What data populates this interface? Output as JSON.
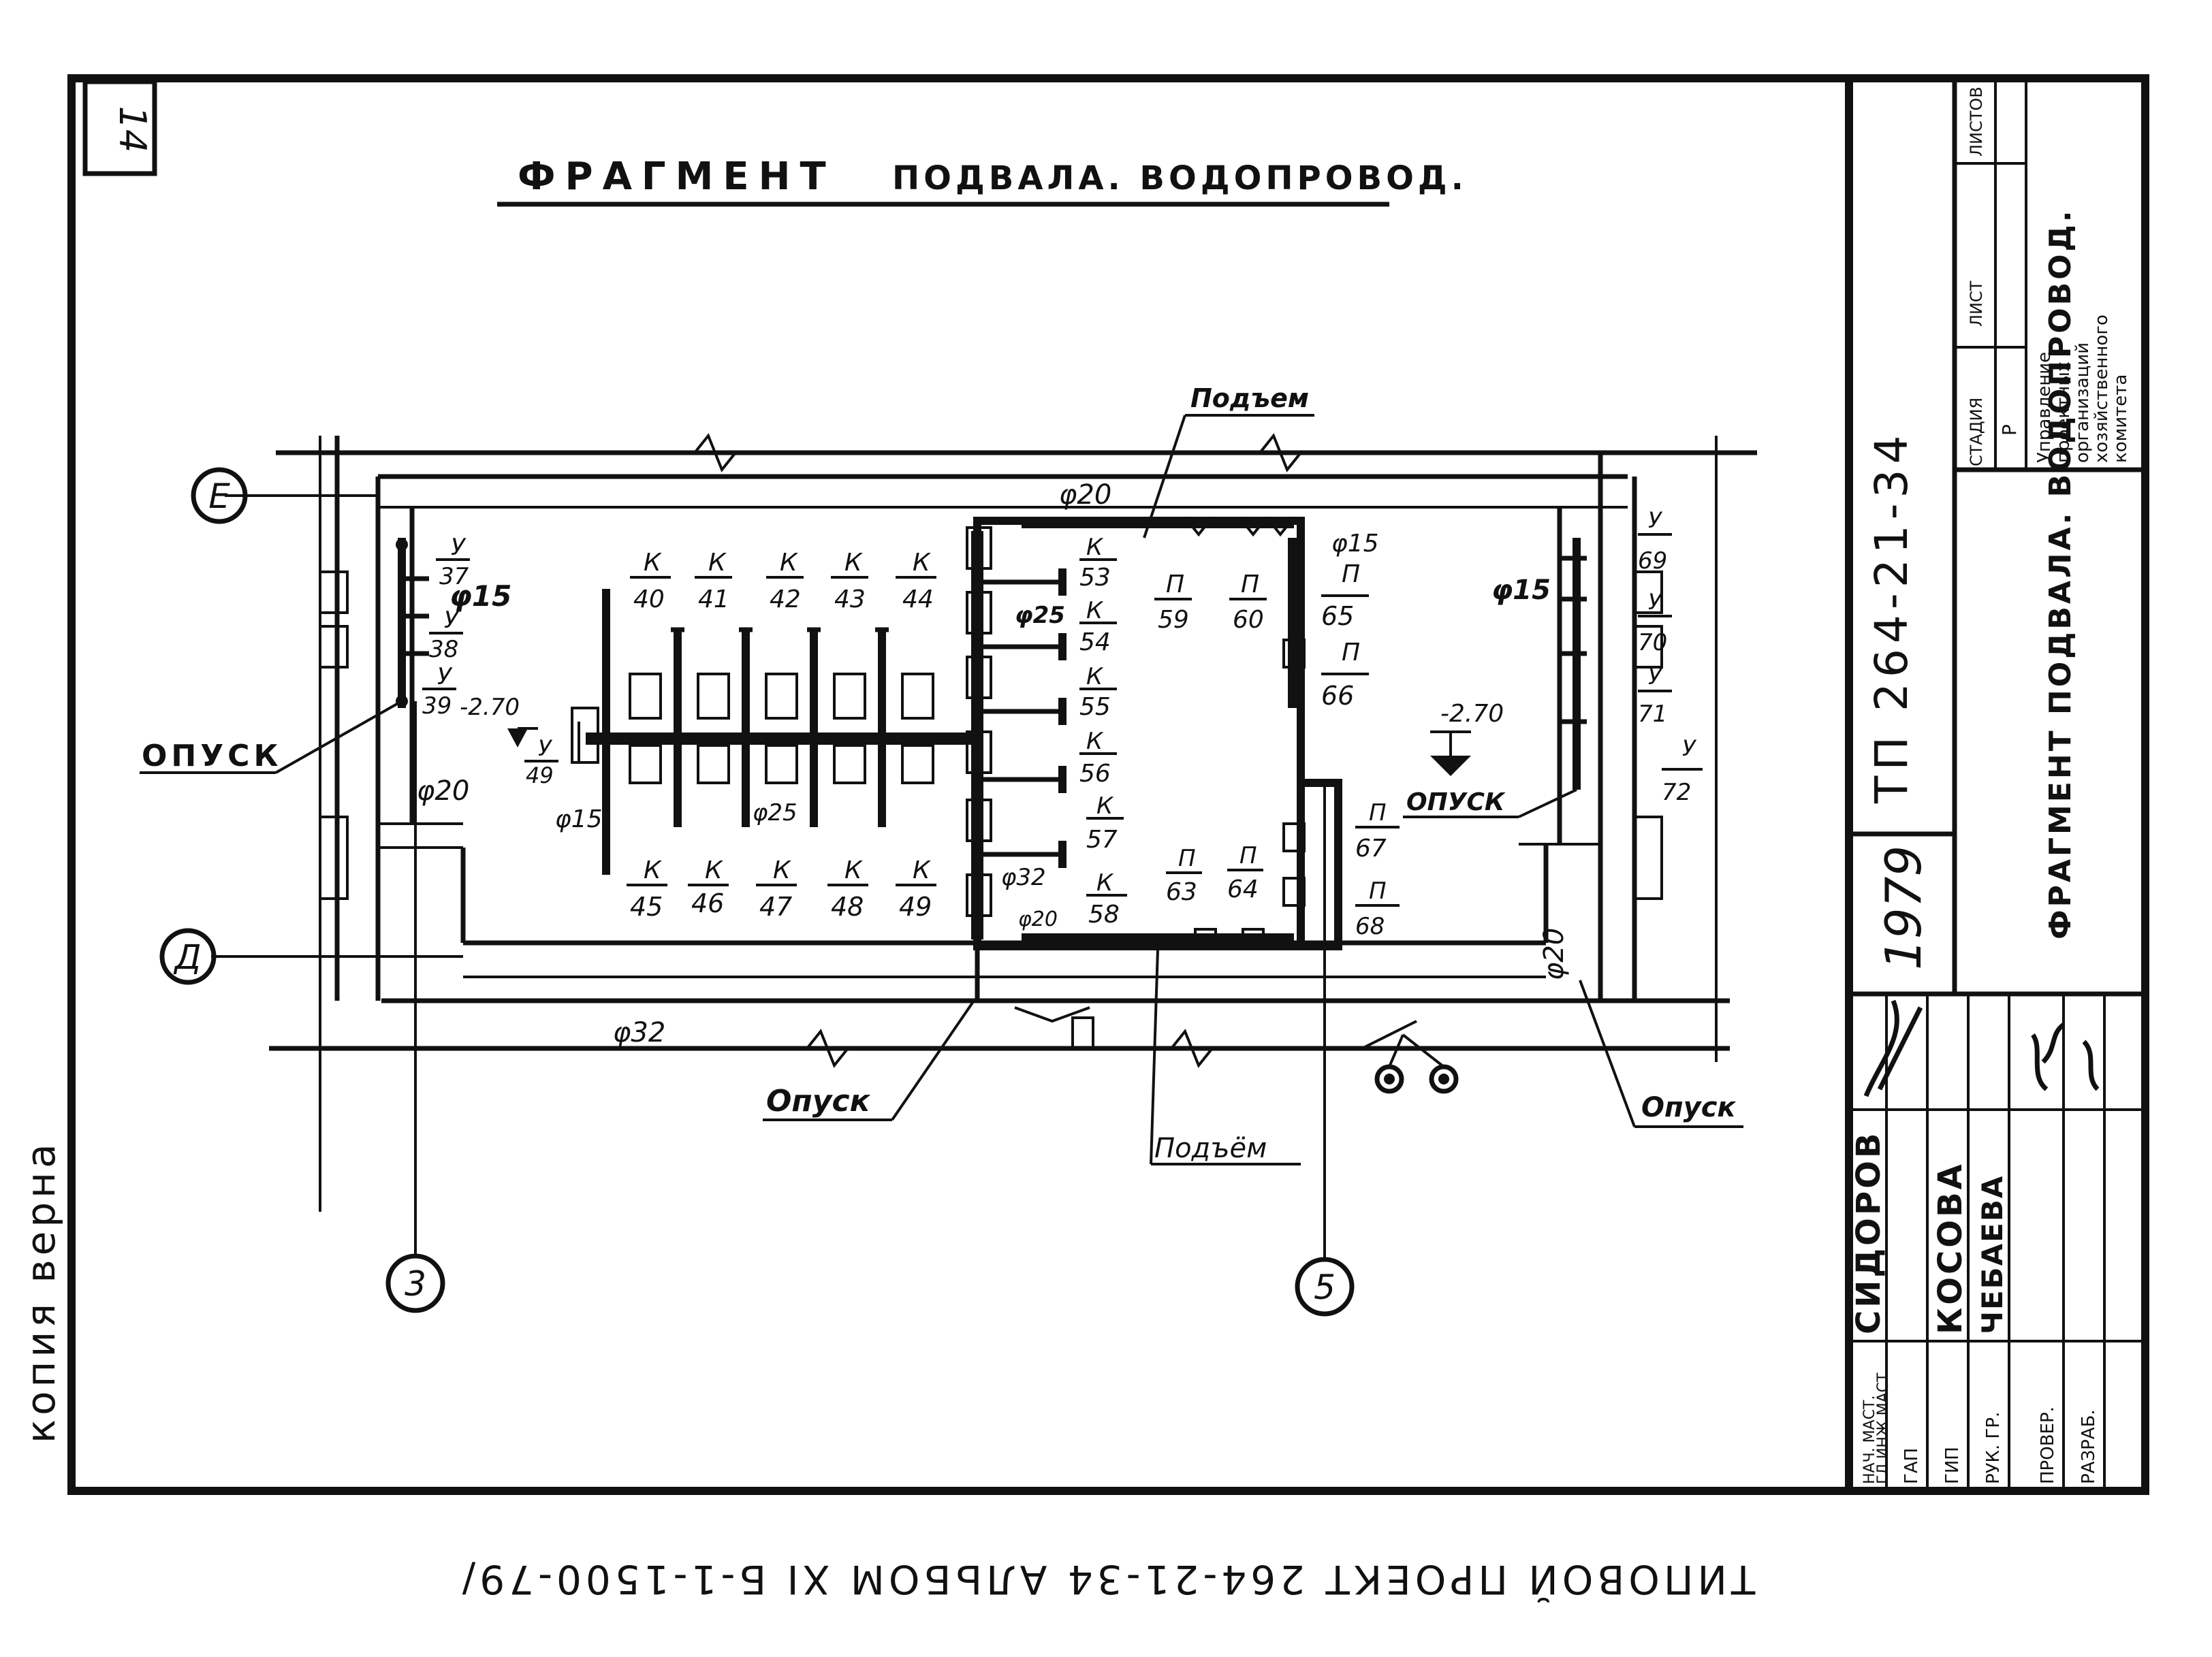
{
  "sheet_number": "14",
  "title": {
    "main": "ФРАГМЕНТ",
    "rest": "ПОДВАЛА. ВОДОПРОВОД."
  },
  "axes": {
    "E": "Е",
    "D": "Д",
    "three": "3",
    "five": "5"
  },
  "labels": {
    "podem_top": "Подъем",
    "podem_bottom": "Подъём",
    "opusk_left": "ОПУСК",
    "opusk_bottom": "Опуск",
    "opusk_right_mid": "ОПУСК",
    "opusk_right_bottom": "Опуск",
    "d20_top": "φ20",
    "d15_left": "φ15",
    "d20_left": "φ20",
    "d15_left2": "φ15",
    "d25_mid": "φ25",
    "d25_room": "φ25",
    "d32_room": "φ32",
    "d20_room": "φ20",
    "d32_bottom": "φ32",
    "d15_right_room": "φ15",
    "d15_right": "φ15",
    "d20_right": "φ20",
    "level_left": "-2.70",
    "level_right": "-2.70"
  },
  "fixtures": {
    "u_left": [
      {
        "letter": "У",
        "num": "37"
      },
      {
        "letter": "У",
        "num": "38"
      },
      {
        "letter": "У",
        "num": "39"
      }
    ],
    "u49": {
      "letter": "У",
      "num": "49"
    },
    "k_top": [
      {
        "letter": "К",
        "num": "40"
      },
      {
        "letter": "К",
        "num": "41"
      },
      {
        "letter": "К",
        "num": "42"
      },
      {
        "letter": "К",
        "num": "43"
      },
      {
        "letter": "К",
        "num": "44"
      }
    ],
    "k_bottom": [
      {
        "letter": "К",
        "num": "45"
      },
      {
        "letter": "К",
        "num": "46"
      },
      {
        "letter": "К",
        "num": "47"
      },
      {
        "letter": "К",
        "num": "48"
      },
      {
        "letter": "К",
        "num": "49"
      }
    ],
    "k_room": [
      {
        "letter": "К",
        "num": "53"
      },
      {
        "letter": "К",
        "num": "54"
      },
      {
        "letter": "К",
        "num": "55"
      },
      {
        "letter": "К",
        "num": "56"
      },
      {
        "letter": "К",
        "num": "57"
      },
      {
        "letter": "К",
        "num": "58"
      }
    ],
    "p_top": [
      {
        "letter": "П",
        "num": "59"
      },
      {
        "letter": "П",
        "num": "60"
      }
    ],
    "p_right_top": [
      {
        "letter": "П",
        "num": "65"
      },
      {
        "letter": "П",
        "num": "66"
      }
    ],
    "p_bottom": [
      {
        "letter": "П",
        "num": "63"
      },
      {
        "letter": "П",
        "num": "64"
      }
    ],
    "p_right_bottom": [
      {
        "letter": "П",
        "num": "67"
      },
      {
        "letter": "П",
        "num": "68"
      }
    ],
    "u_right": [
      {
        "letter": "У",
        "num": "69"
      },
      {
        "letter": "У",
        "num": "70"
      },
      {
        "letter": "У",
        "num": "71"
      },
      {
        "letter": "У",
        "num": "72"
      }
    ]
  },
  "stamp": {
    "code": "ТП 264-21-34",
    "year": "1979",
    "drawing_title": "ФРАГМЕНТ ПОДВАЛА. ВОДОПРОВОД.",
    "headers": {
      "stage": "СТАДИЯ",
      "sheet": "ЛИСТ",
      "sheets": "ЛИСТОВ"
    },
    "stage_value": "Р",
    "org_text": [
      "Управление",
      "проектных",
      "организаций",
      "хозяйственного",
      "комитета"
    ],
    "roles": [
      "НАЧ. МАСТ.",
      "ГЛ.ИНЖ.МАСТ.",
      "ГАП",
      "ГИП",
      "РУК. ГР.",
      "ПРОВЕР.",
      "РАЗРАБ."
    ],
    "names": [
      "СИДОРОВ",
      "КОСОВА",
      "ЧЕБАЕВА"
    ]
  },
  "side_note": "копия верна",
  "bottom_text": "ТИПОВОЙ ПРОЕКТ 264-21-34 АЛЬБОМ XI Б-1-1500-79/"
}
